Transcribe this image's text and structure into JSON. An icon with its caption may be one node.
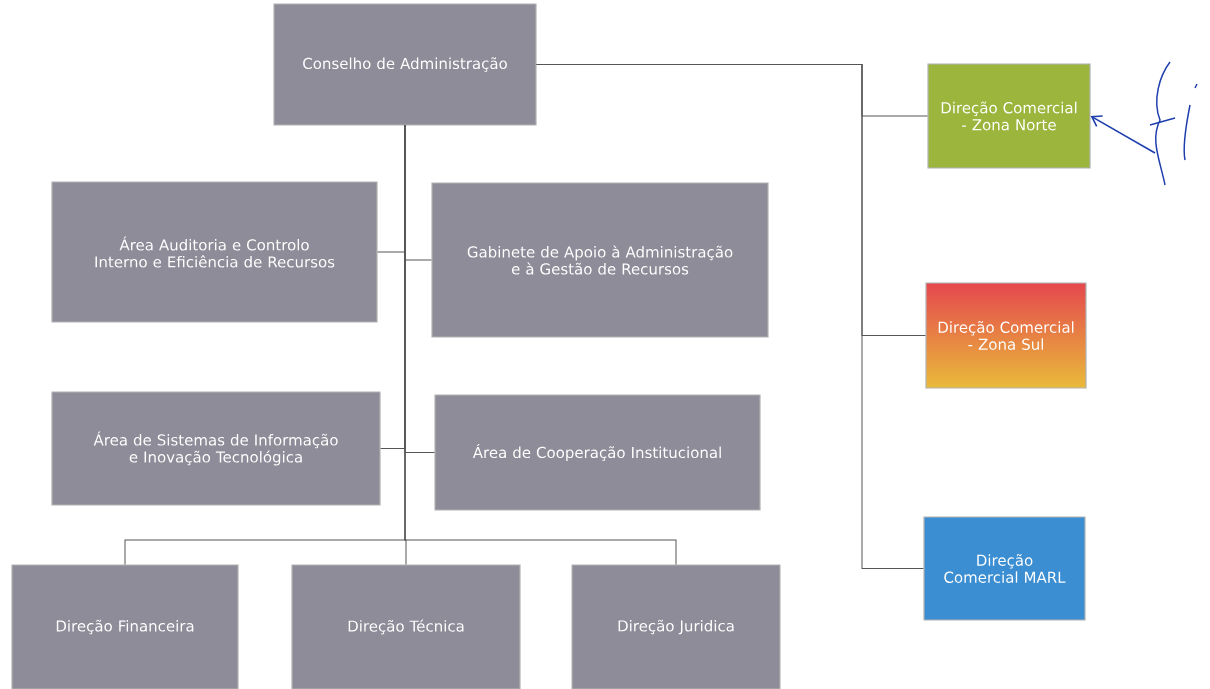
{
  "diagram": {
    "nodes": [
      {
        "text": [
          "Conselho de Administração"
        ]
      },
      {
        "text": [
          "Área Auditoria e Controlo Interno e Eficiência de Recursos"
        ]
      },
      {
        "text": [
          "Gabinete de Apoio à Administração e à Gestão de Recursos"
        ]
      },
      {
        "text": [
          "Área de Sistemas de Informação e Inovação Tecnológica"
        ]
      },
      {
        "text": [
          "Área de Cooperação Institucional"
        ]
      },
      {
        "text": [
          "Direção Financeira"
        ]
      },
      {
        "text": [
          "Direção Técnica"
        ]
      },
      {
        "text": [
          "Direção Juridica"
        ]
      },
      {
        "text": [
          "Direção Comercial - Zona Norte"
        ]
      },
      {
        "text": [
          "Direção Comercial - Zona Sul"
        ]
      },
      {
        "text": [
          "Direção Comercial MARL"
        ]
      }
    ],
    "edges": [
      {
        "from": 0,
        "to": 1,
        "arrow": "none"
      },
      {
        "from": 0,
        "to": 2,
        "arrow": "none"
      },
      {
        "from": 0,
        "to": 3,
        "arrow": "none"
      },
      {
        "from": 0,
        "to": 4,
        "arrow": "none"
      },
      {
        "from": 0,
        "to": 5,
        "arrow": "none"
      },
      {
        "from": 0,
        "to": 6,
        "arrow": "none"
      },
      {
        "from": 0,
        "to": 7,
        "arrow": "none"
      },
      {
        "from": 0,
        "to": 8,
        "arrow": "none"
      },
      {
        "from": 0,
        "to": 9,
        "arrow": "none"
      },
      {
        "from": 0,
        "to": 10,
        "arrow": "none"
      },
      {
        "from": null,
        "to": 8,
        "arrow": "to",
        "color": "#1f3fae"
      }
    ]
  }
}
